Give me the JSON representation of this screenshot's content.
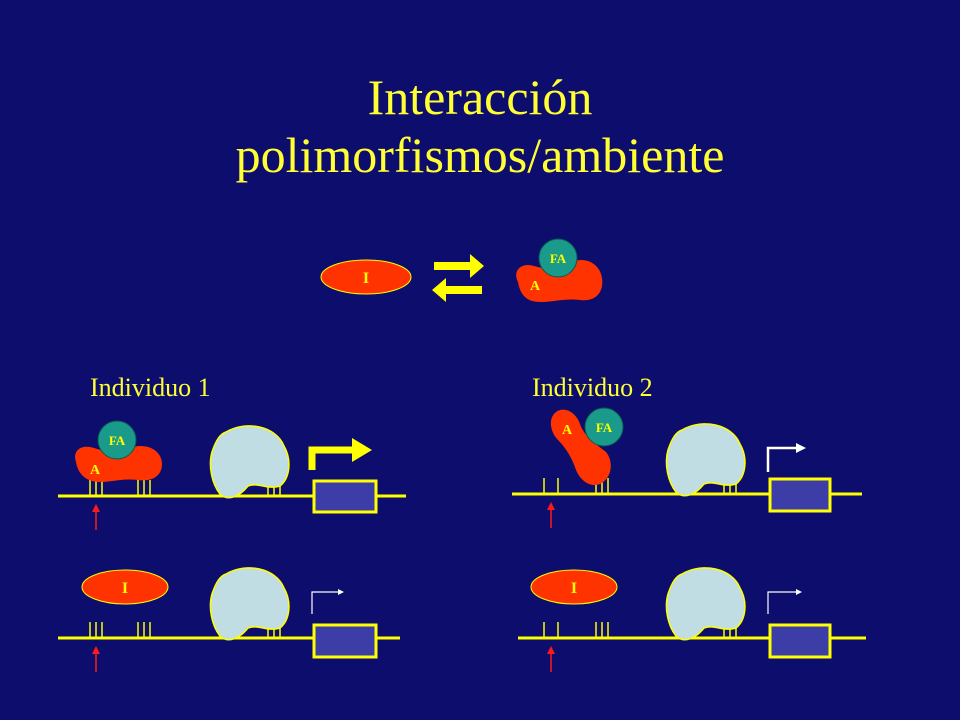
{
  "slide": {
    "title_line1": "Interacción",
    "title_line2": "polimorfismos/ambiente"
  },
  "legend": {
    "inactive_label": "I",
    "active_label": "A",
    "ligand_label": "FA"
  },
  "panels": {
    "individuo1": {
      "label": "Individuo 1",
      "top_a_label": "A",
      "top_fa_label": "FA",
      "bottom_i_label": "I"
    },
    "individuo2": {
      "label": "Individuo 2",
      "top_a_label": "A",
      "top_fa_label": "FA",
      "bottom_i_label": "I"
    }
  },
  "colors": {
    "background": "#0d0d6e",
    "title": "#ffff33",
    "dna_line": "#ffff00",
    "receptor_red": "#ff3300",
    "ligand_teal": "#1a9a8a",
    "polymerase": "#bfdde3",
    "gene_box": "#3d3da8",
    "snp_arrow": "#ff1a1a"
  }
}
